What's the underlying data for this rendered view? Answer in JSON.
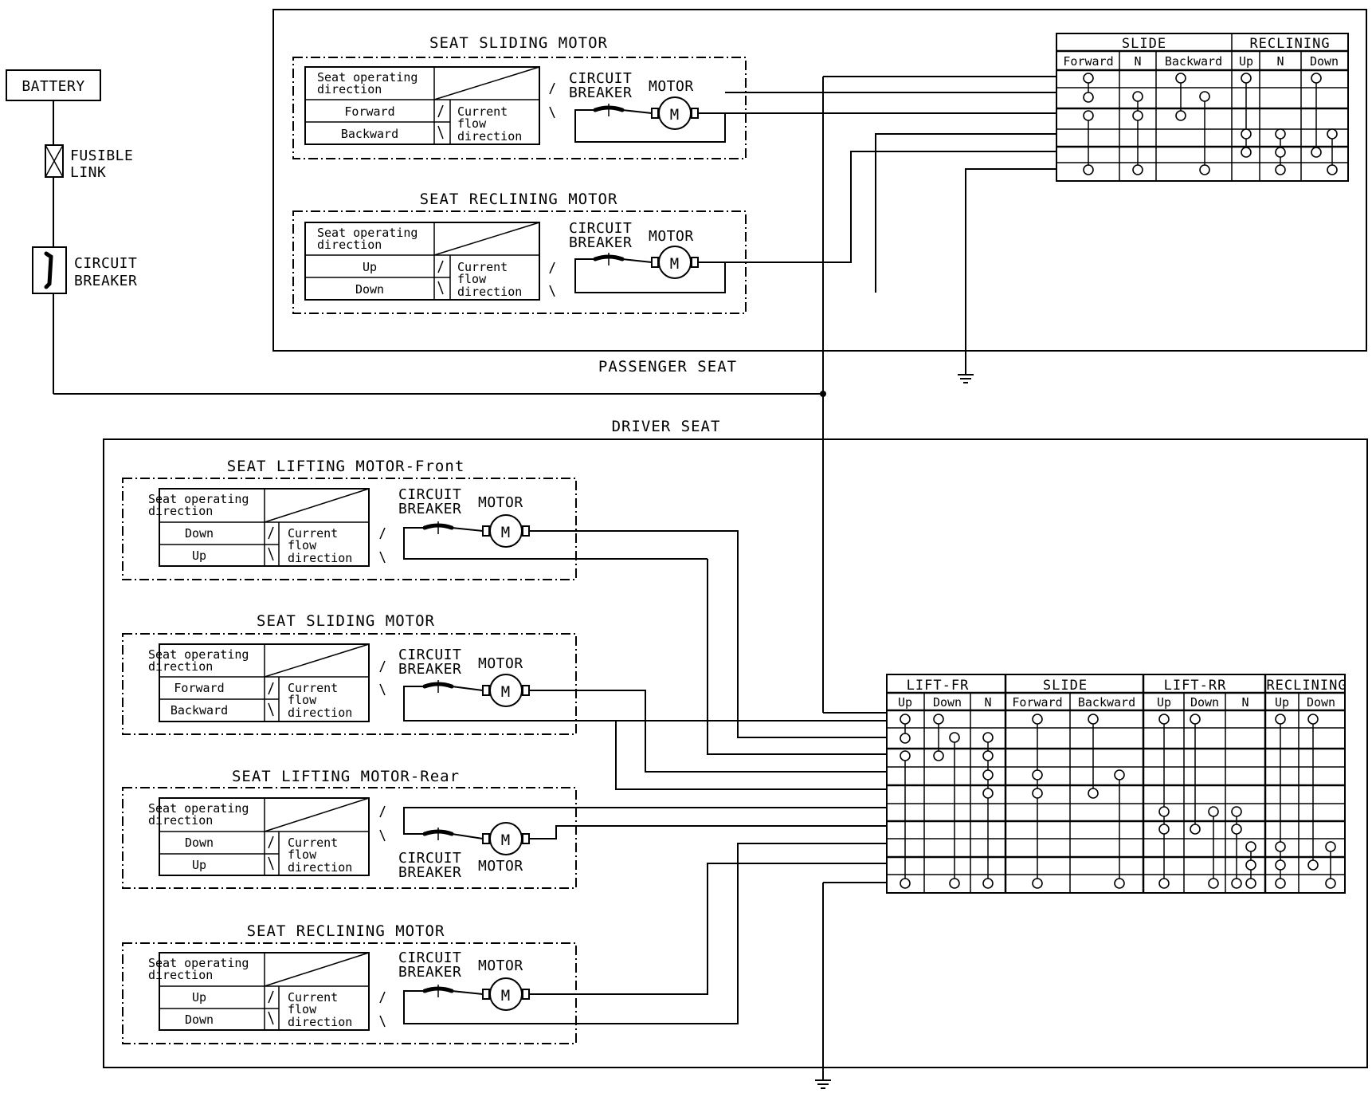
{
  "power": {
    "battery": "BATTERY",
    "fusible_link": [
      "FUSIBLE",
      "LINK"
    ],
    "circuit_breaker": [
      "CIRCUIT",
      "BREAKER"
    ]
  },
  "passenger_seat": {
    "label": "PASSENGER SEAT",
    "motors": [
      {
        "title": "SEAT SLIDING MOTOR",
        "header": [
          "Seat operating",
          "direction"
        ],
        "rows": [
          "Forward",
          "Backward"
        ],
        "flow": [
          "Current",
          "flow",
          "direction"
        ],
        "breaker": [
          "CIRCUIT",
          "BREAKER"
        ],
        "motor": "MOTOR",
        "motor_symbol": "M"
      },
      {
        "title": "SEAT RECLINING MOTOR",
        "header": [
          "Seat operating",
          "direction"
        ],
        "rows": [
          "Up",
          "Down"
        ],
        "flow": [
          "Current",
          "flow",
          "direction"
        ],
        "breaker": [
          "CIRCUIT",
          "BREAKER"
        ],
        "motor": "MOTOR",
        "motor_symbol": "M"
      }
    ],
    "switch": {
      "groups": [
        {
          "label": "SLIDE",
          "cols": [
            "Forward",
            "N",
            "Backward"
          ]
        },
        {
          "label": "RECLINING",
          "cols": [
            "Up",
            "N",
            "Down"
          ]
        }
      ]
    }
  },
  "driver_seat": {
    "label": "DRIVER SEAT",
    "motors": [
      {
        "title": "SEAT LIFTING MOTOR-Front",
        "header": [
          "Seat operating",
          "direction"
        ],
        "rows": [
          "Down",
          "Up"
        ],
        "flow": [
          "Current",
          "flow",
          "direction"
        ],
        "breaker": [
          "CIRCUIT",
          "BREAKER"
        ],
        "motor": "MOTOR",
        "motor_symbol": "M"
      },
      {
        "title": "SEAT SLIDING MOTOR",
        "header": [
          "Seat operating",
          "direction"
        ],
        "rows": [
          "Forward",
          "Backward"
        ],
        "flow": [
          "Current",
          "flow",
          "direction"
        ],
        "breaker": [
          "CIRCUIT",
          "BREAKER"
        ],
        "motor": "MOTOR",
        "motor_symbol": "M"
      },
      {
        "title": "SEAT LIFTING MOTOR-Rear",
        "header": [
          "Seat operating",
          "direction"
        ],
        "rows": [
          "Down",
          "Up"
        ],
        "flow": [
          "Current",
          "flow",
          "direction"
        ],
        "breaker": [
          "CIRCUIT",
          "BREAKER"
        ],
        "motor": "MOTOR",
        "motor_symbol": "M"
      },
      {
        "title": "SEAT RECLINING MOTOR",
        "header": [
          "Seat operating",
          "direction"
        ],
        "rows": [
          "Up",
          "Down"
        ],
        "flow": [
          "Current",
          "flow",
          "direction"
        ],
        "breaker": [
          "CIRCUIT",
          "BREAKER"
        ],
        "motor": "MOTOR",
        "motor_symbol": "M"
      }
    ],
    "switch": {
      "groups": [
        {
          "label": "LIFT-FR",
          "cols": [
            "Up",
            "Down",
            "N"
          ]
        },
        {
          "label": "SLIDE",
          "cols": [
            "Forward",
            "Backward"
          ]
        },
        {
          "label": "LIFT-RR",
          "cols": [
            "Up",
            "Down",
            "N"
          ]
        },
        {
          "label": "RECLINING",
          "cols": [
            "Up",
            "Down"
          ]
        }
      ]
    }
  }
}
